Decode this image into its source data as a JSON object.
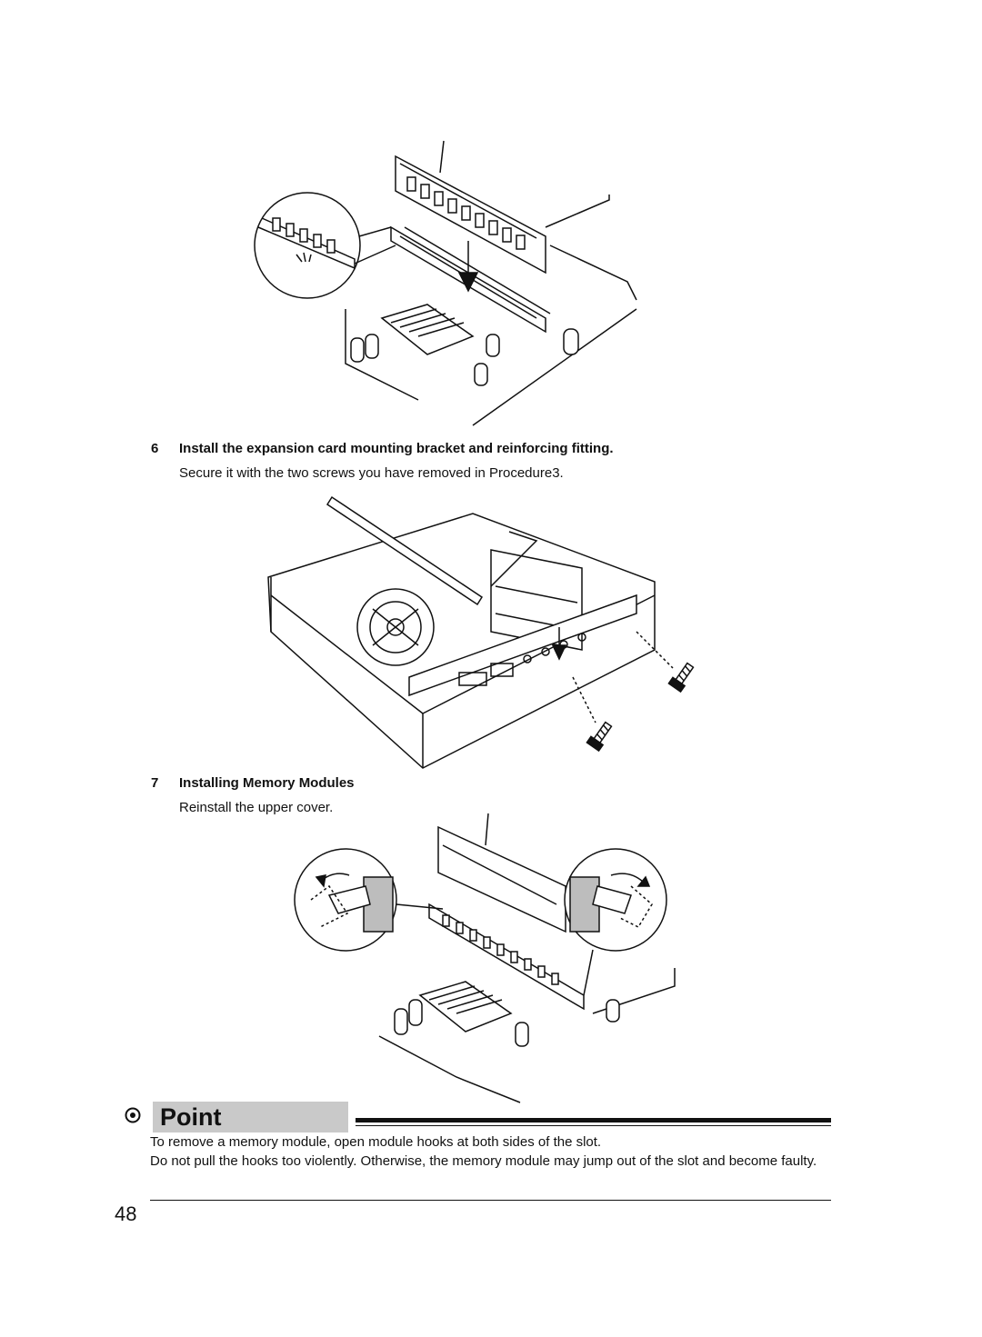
{
  "steps": [
    {
      "number": "6",
      "title": "Install the expansion card mounting bracket and reinforcing fitting.",
      "description": "Secure it with the two screws you have removed in Procedure3."
    },
    {
      "number": "7",
      "title": "Installing Memory Modules",
      "description": "Reinstall the upper cover."
    }
  ],
  "point": {
    "label": "Point",
    "icon": "target-circle-icon",
    "lines": [
      "To remove a memory module, open module hooks at both sides of the slot.",
      "Do not pull the hooks too violently. Otherwise, the memory module may jump out of the slot and become faulty."
    ]
  },
  "page_number": "48"
}
